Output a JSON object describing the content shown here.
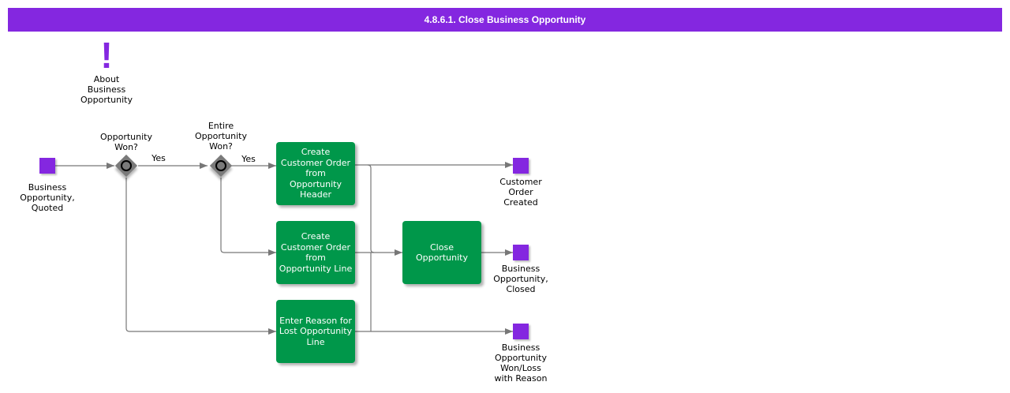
{
  "title": "4.8.6.1. Close Business Opportunity",
  "colors": {
    "accent": "#8427e0",
    "task": "#00974a",
    "gateway": "#7a7a7a",
    "connector": "#777777"
  },
  "annotation": {
    "icon": "exclamation-icon",
    "label": "About\nBusiness\nOpportunity"
  },
  "events": {
    "start": {
      "label": "Business\nOpportunity,\nQuoted"
    },
    "end_order_created": {
      "label": "Customer\nOrder\nCreated"
    },
    "end_closed": {
      "label": "Business\nOpportunity,\nClosed"
    },
    "end_won_loss": {
      "label": "Business\nOpportunity\nWon/Loss\nwith Reason"
    }
  },
  "gateways": {
    "opportunity_won": {
      "label": "Opportunity\nWon?",
      "yes_label": "Yes"
    },
    "entire_won": {
      "label": "Entire\nOpportunity\nWon?",
      "yes_label": "Yes"
    }
  },
  "tasks": {
    "create_from_header": "Create\nCustomer Order\nfrom\nOpportunity\nHeader",
    "create_from_line": "Create\nCustomer Order\nfrom\nOpportunity Line",
    "enter_reason": "Enter Reason for\nLost Opportunity\nLine",
    "close_opportunity": "Close\nOpportunity"
  }
}
